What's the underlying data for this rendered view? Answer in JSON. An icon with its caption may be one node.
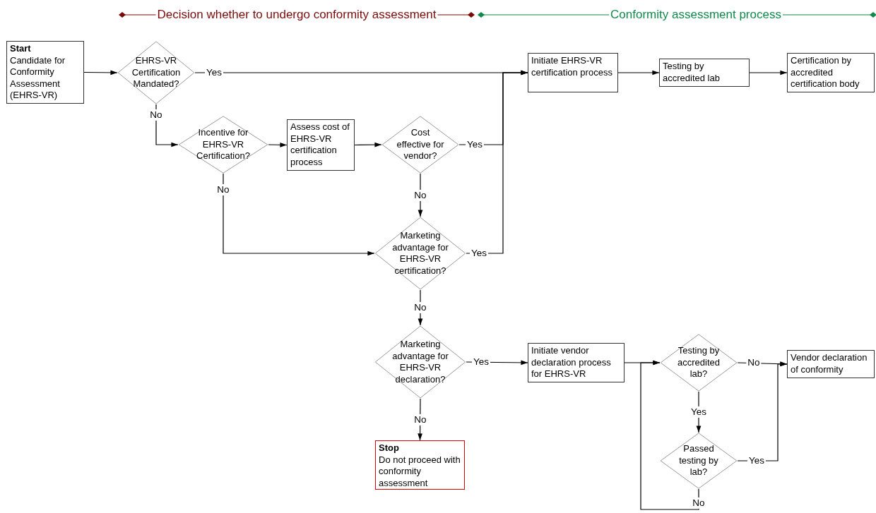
{
  "diagram": {
    "nodes": [
      {
        "text": [
          "Start",
          "Candidate for Conformity Assessment (EHRS-VR)"
        ]
      },
      {
        "text": [
          "EHRS-VR Certification Mandated?"
        ]
      },
      {
        "text": [
          "Incentive for EHRS-VR Certification?"
        ]
      },
      {
        "text": [
          "Assess cost of EHRS-VR certification process"
        ]
      },
      {
        "text": [
          "Cost effective for vendor?"
        ]
      },
      {
        "text": [
          "Marketing advantage for EHRS-VR certification?"
        ]
      },
      {
        "text": [
          "Marketing advantage for EHRS-VR declaration?"
        ]
      },
      {
        "text": [
          "Stop",
          "Do not proceed with conformity assessment"
        ]
      },
      {
        "text": [
          "Initiate EHRS-VR certification process"
        ]
      },
      {
        "text": [
          "Testing by accredited lab"
        ]
      },
      {
        "text": [
          "Certification by accredited certification body"
        ]
      },
      {
        "text": [
          "Initiate vendor declaration process for EHRS-VR"
        ]
      },
      {
        "text": [
          "Testing by accredited lab?"
        ]
      },
      {
        "text": [
          "Passed testing by lab?"
        ]
      },
      {
        "text": [
          "Vendor declaration of conformity"
        ]
      }
    ],
    "edges": [
      {
        "from": 0,
        "to": 1,
        "arrow": "to"
      },
      {
        "from": 1,
        "to": 8,
        "arrow": "to",
        "label": "Yes"
      },
      {
        "from": 1,
        "to": 2,
        "arrow": "to",
        "label": "No"
      },
      {
        "from": 2,
        "to": 3,
        "arrow": "to"
      },
      {
        "from": 3,
        "to": 4,
        "arrow": "to"
      },
      {
        "from": 4,
        "to": 8,
        "arrow": "to",
        "label": "Yes"
      },
      {
        "from": 4,
        "to": 5,
        "arrow": "to",
        "label": "No"
      },
      {
        "from": 2,
        "to": 5,
        "arrow": "to",
        "label": "No"
      },
      {
        "from": 5,
        "to": 8,
        "arrow": "to",
        "label": "Yes"
      },
      {
        "from": 5,
        "to": 6,
        "arrow": "to",
        "label": "No"
      },
      {
        "from": 6,
        "to": 11,
        "arrow": "to",
        "label": "Yes"
      },
      {
        "from": 6,
        "to": 7,
        "arrow": "to",
        "label": "No"
      },
      {
        "from": 8,
        "to": 9,
        "arrow": "to"
      },
      {
        "from": 9,
        "to": 10,
        "arrow": "to"
      },
      {
        "from": 11,
        "to": 12,
        "arrow": "to"
      },
      {
        "from": 12,
        "to": 14,
        "arrow": "to",
        "label": "No"
      },
      {
        "from": 12,
        "to": 13,
        "arrow": "to",
        "label": "Yes"
      },
      {
        "from": 13,
        "to": 14,
        "arrow": "to",
        "label": "Yes"
      },
      {
        "from": 13,
        "to": 12,
        "arrow": "to",
        "label": "No"
      }
    ],
    "labels": [
      "Decision whether to undergo conformity assessment",
      "Conformity assessment process"
    ]
  }
}
